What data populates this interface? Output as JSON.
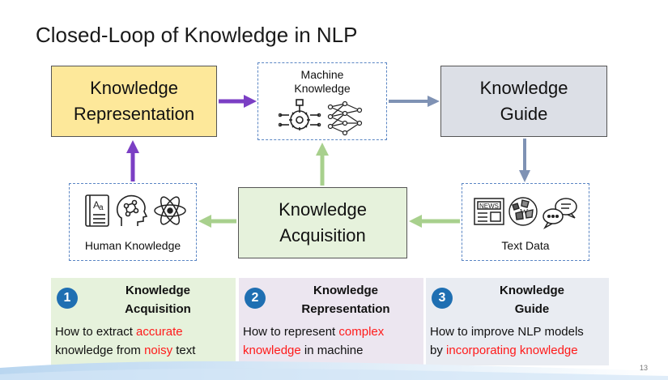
{
  "title": "Closed-Loop of Knowledge in NLP",
  "nodes": {
    "representation": [
      "Knowledge",
      "Representation"
    ],
    "guide": [
      "Knowledge",
      "Guide"
    ],
    "acquisition": [
      "Knowledge",
      "Acquisition"
    ],
    "machine": [
      "Machine",
      "Knowledge"
    ],
    "human": "Human Knowledge",
    "text": "Text Data"
  },
  "colors": {
    "purple_arrow": "#7b3fc4",
    "gray_arrow": "#7f92b4",
    "green_arrow": "#a8d08d",
    "dashed_border": "#5b86c4",
    "badge": "#1f6fb2",
    "highlight": "#ff1a1a"
  },
  "icons": [
    "gear-brain-icon",
    "neural-network-icon",
    "dictionary-icon",
    "head-network-icon",
    "atom-icon",
    "newspaper-icon",
    "wikipedia-globe-icon",
    "speech-bubbles-icon"
  ],
  "panels": [
    {
      "num": "1",
      "heading": [
        "Knowledge",
        "Acquisition"
      ],
      "line1": [
        "How to extract ",
        "accurate"
      ],
      "line2": [
        "knowledge from ",
        "noisy",
        " text"
      ]
    },
    {
      "num": "2",
      "heading": [
        "Knowledge",
        "Representation"
      ],
      "line1": [
        "How to represent ",
        "complex"
      ],
      "line2": [
        "",
        "knowledge",
        " in machine"
      ]
    },
    {
      "num": "3",
      "heading": [
        "Knowledge",
        "Guide"
      ],
      "line1": [
        "How to improve NLP models",
        ""
      ],
      "line2": [
        "by ",
        "incorporating knowledge",
        ""
      ]
    }
  ],
  "page_number": "13"
}
